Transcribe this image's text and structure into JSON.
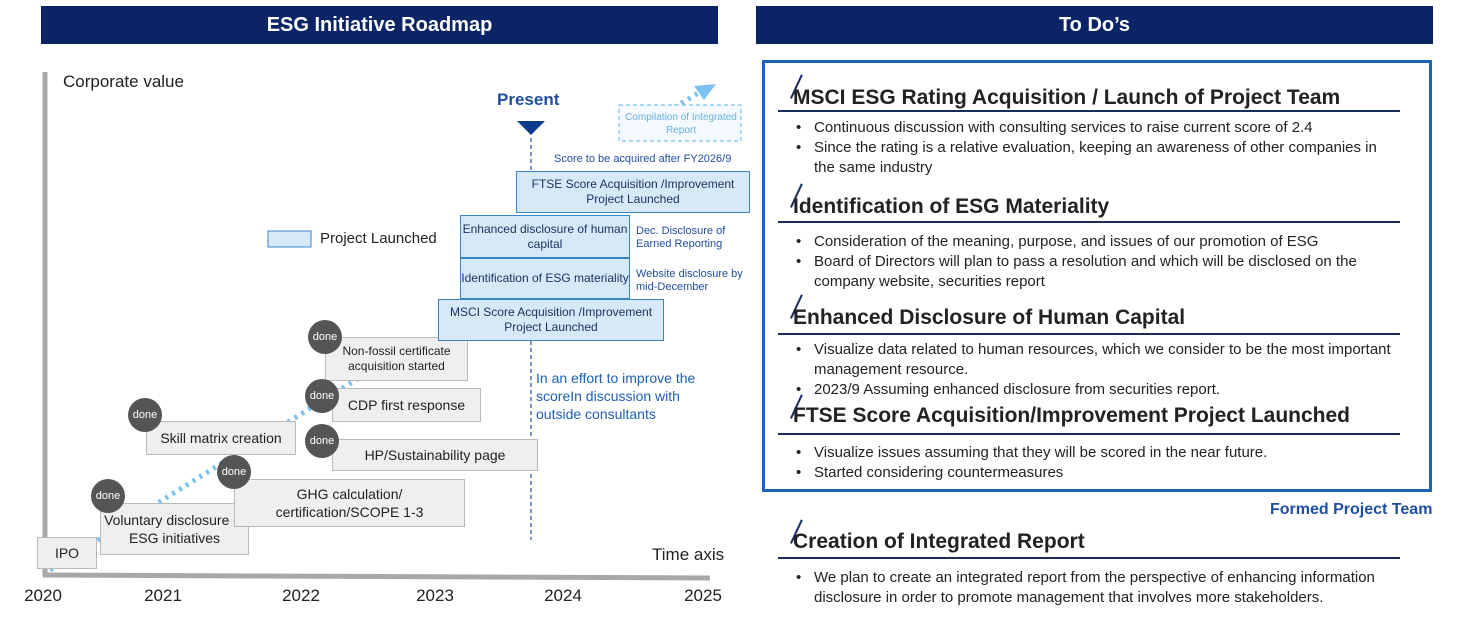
{
  "left_header": "ESG Initiative Roadmap",
  "right_header": "To Do’s",
  "roadmap": {
    "y_axis_label": "Corporate value",
    "x_axis_label": "Time axis",
    "years": [
      "2020",
      "2021",
      "2022",
      "2023",
      "2024",
      "2025"
    ],
    "present_label": "Present",
    "legend_label": "Project Launched",
    "done_label": "done",
    "milestones": {
      "ipo": "IPO",
      "voluntary": "Voluntary disclosure of ESG initiatives",
      "skill": "Skill matrix creation",
      "ghg": "GHG calculation/ certification/SCOPE 1-3",
      "cdp": "CDP first response",
      "hp": "HP/Sustainability page",
      "nonfossil": "Non-fossil certificate acquisition started"
    },
    "projects": {
      "msci": "MSCI Score Acquisition /Improvement Project Launched",
      "materiality": "Identification of ESG materiality",
      "human_capital": "Enhanced disclosure of human capital",
      "ftse": "FTSE Score Acquisition /Improvement Project Launched",
      "integrated": "Compilation of Integrated Report"
    },
    "notes": {
      "score_after": "Score to be acquired after FY2026/9",
      "dec_disclosure": "Dec. Disclosure of Earned Reporting",
      "website": "Website disclosure by mid-December",
      "effort": "In an effort to improve the scoreIn discussion with outside consultants"
    }
  },
  "todos": {
    "sections": [
      {
        "title": "MSCI ESG Rating Acquisition / Launch of Project Team",
        "bullets": [
          "Continuous discussion with consulting services to raise current score of 2.4",
          "Since the rating is a relative evaluation, keeping an awareness of other companies in the same industry"
        ]
      },
      {
        "title": "Identification of ESG Materiality",
        "bullets": [
          "Consideration of the meaning, purpose, and issues of our promotion of ESG",
          "Board of Directors will plan to pass a resolution and which will be disclosed on the company website, securities report"
        ]
      },
      {
        "title": "Enhanced Disclosure of Human Capital",
        "bullets": [
          "Visualize data related to human resources, which we consider to be the most important management resource.",
          "2023/9 Assuming enhanced disclosure from securities report."
        ]
      },
      {
        "title": "FTSE Score Acquisition/Improvement Project Launched",
        "bullets": [
          "Visualize issues assuming that they will be scored in the near future.",
          "Started considering countermeasures"
        ]
      }
    ],
    "formed_label": "Formed Project Team",
    "integrated": {
      "title": "Creation of Integrated Report",
      "bullets": [
        "We plan to create an integrated report from the perspective of enhancing information disclosure in order to promote management that involves more stakeholders."
      ]
    }
  },
  "colors": {
    "header_bg": "#0b2466",
    "box_blue": "#d6e9f8",
    "accent_blue": "#1c64b8",
    "dotted_arrow": "#7cc1f0"
  }
}
